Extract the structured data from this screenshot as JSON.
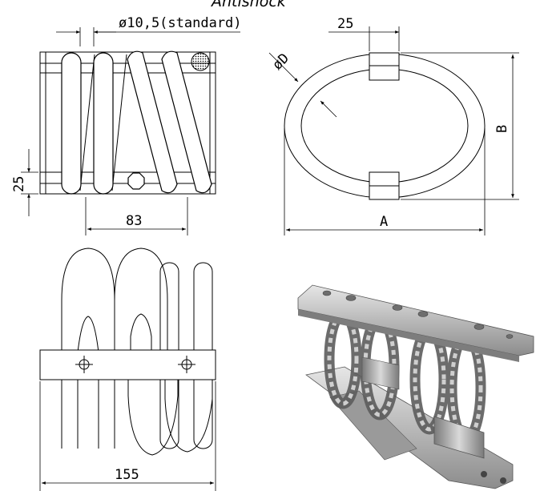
{
  "title": "Antishock",
  "labels": {
    "wire_diameter": "ø10,5(standard)",
    "bar_width_top": "25",
    "bar_height": "25",
    "coil_spacing": "83",
    "ring_diameter": "øD",
    "dim_a": "A",
    "dim_b": "B",
    "overall_length": "155"
  },
  "views": [
    "front-view",
    "side-view",
    "top-view",
    "product-photo"
  ]
}
